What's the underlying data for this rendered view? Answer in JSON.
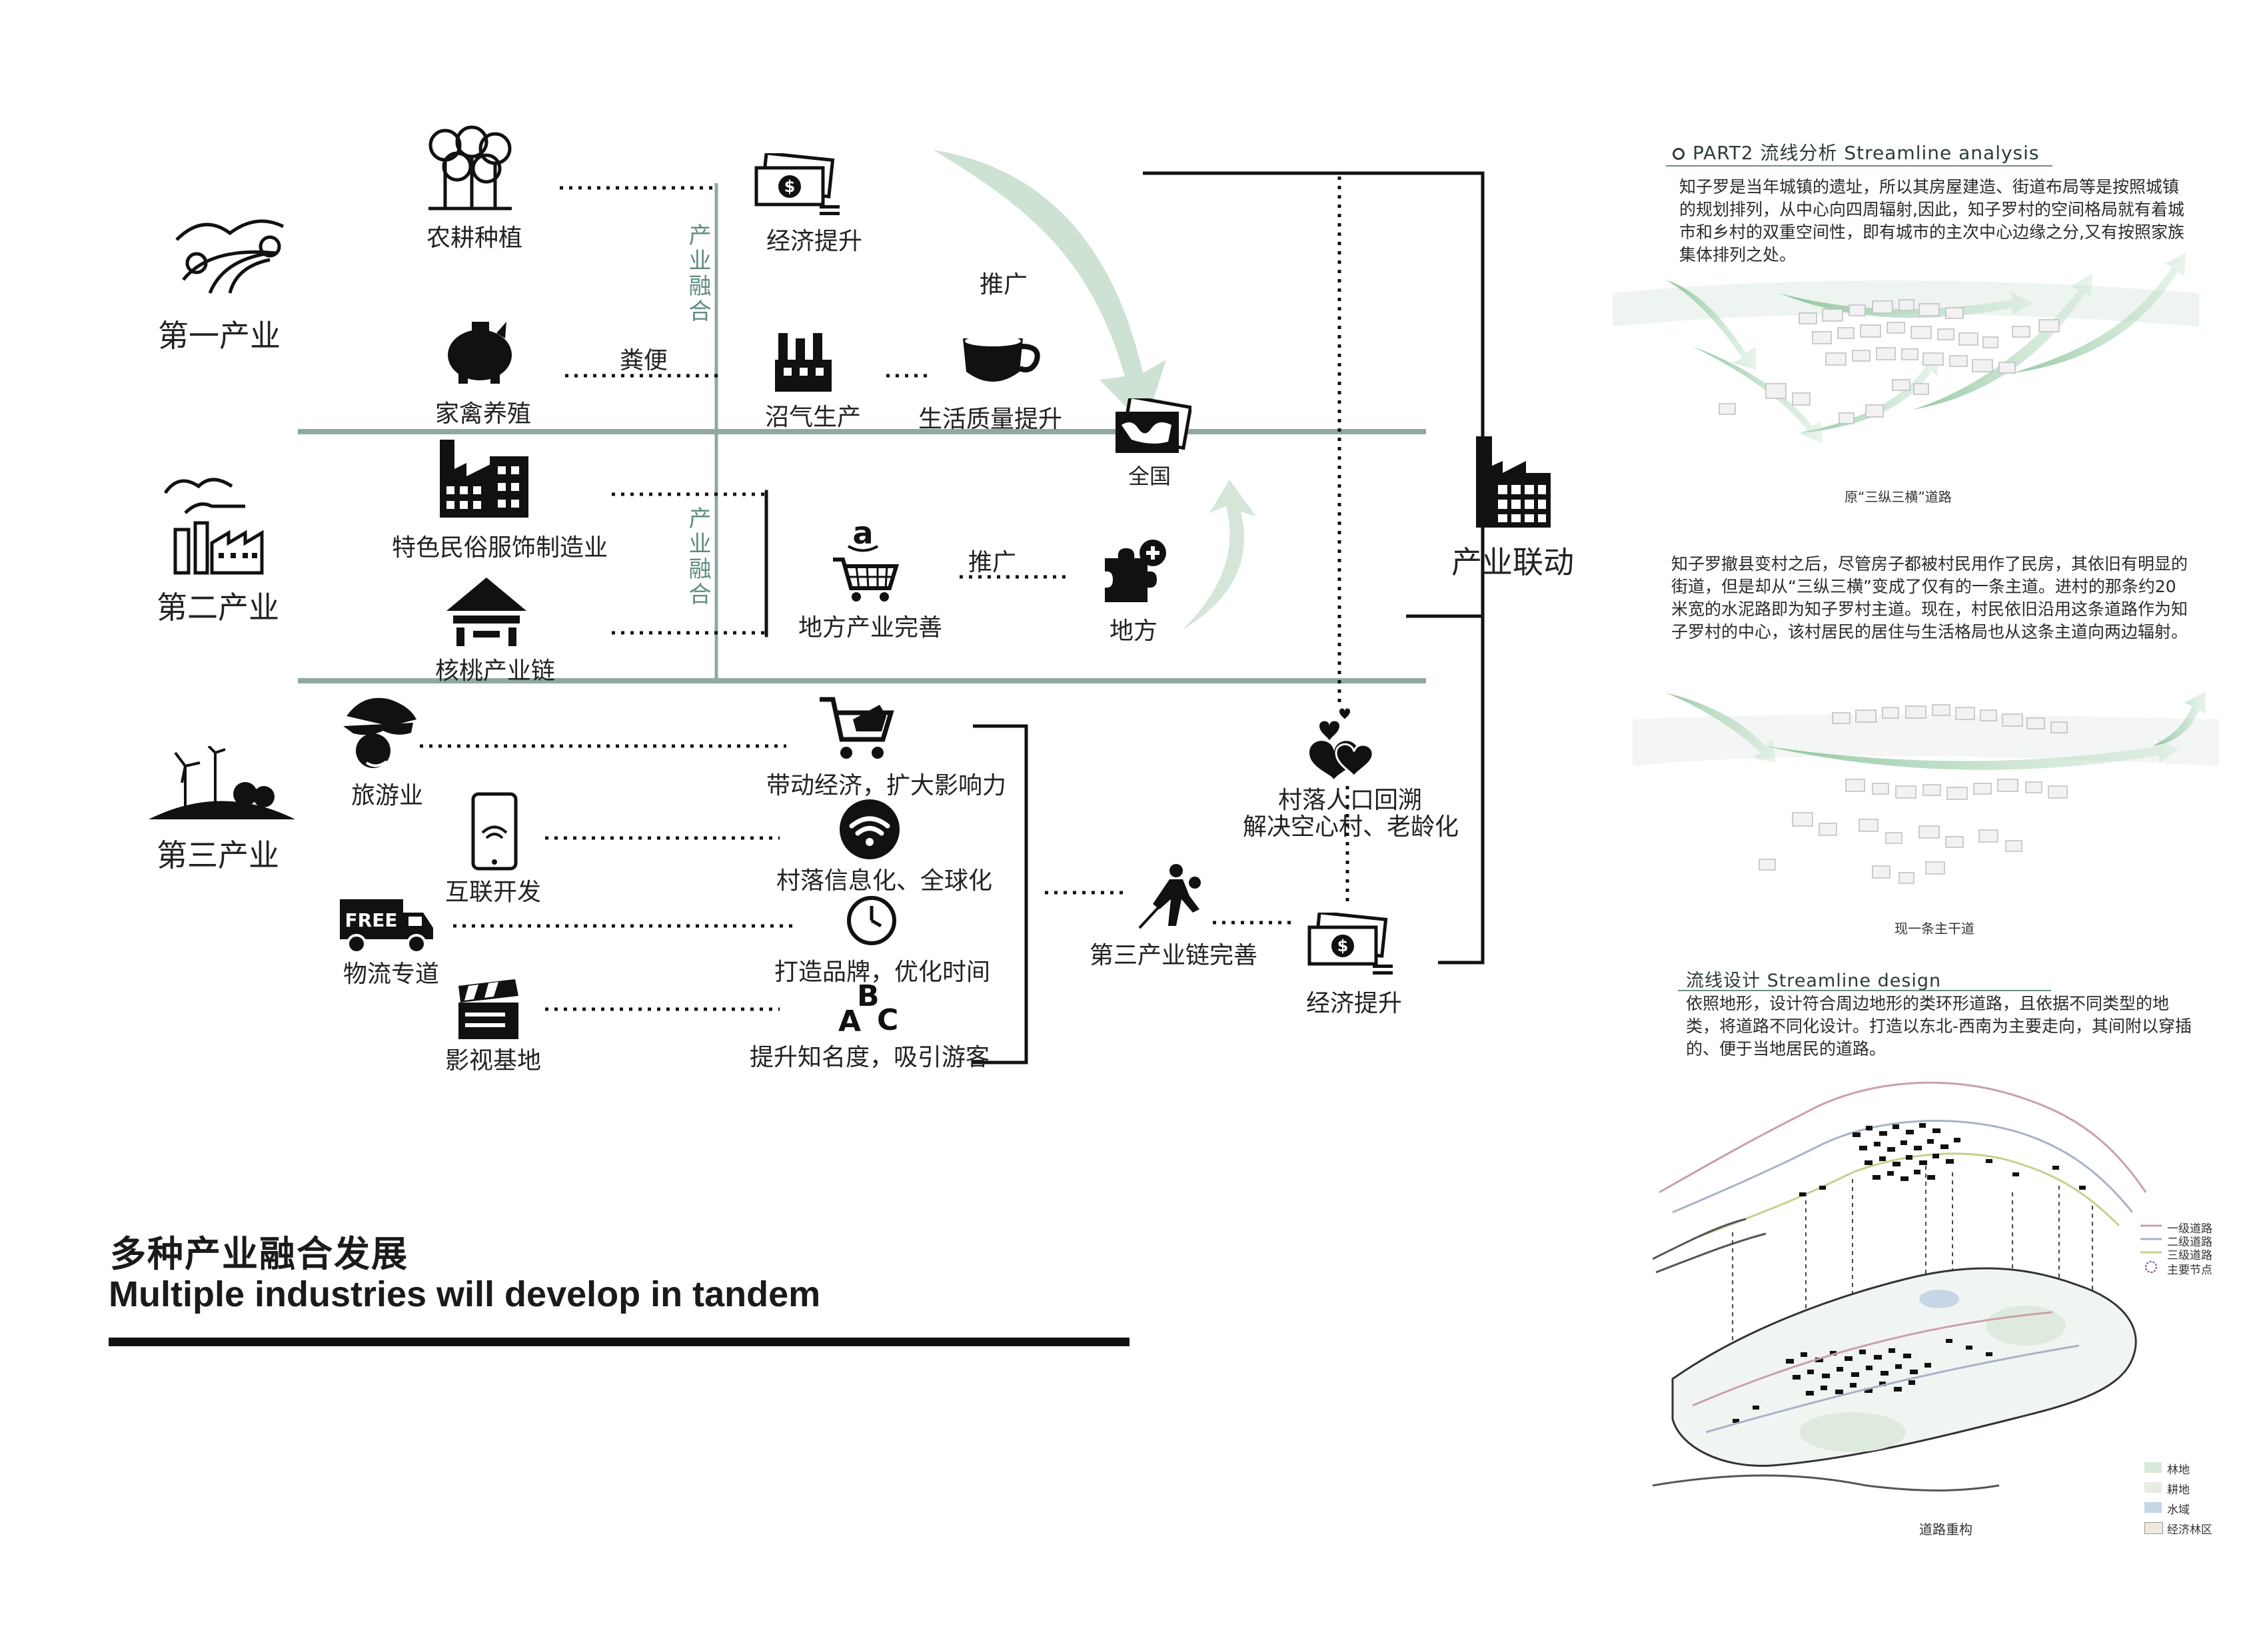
{
  "industries": {
    "primary": "第一产业",
    "secondary": "第二产业",
    "tertiary": "第三产业"
  },
  "primary_items": {
    "farming": "农耕种植",
    "poultry": "家禽养殖",
    "manure": "粪便",
    "economy": "经济提升",
    "biogas": "沼气生产",
    "life_quality": "生活质量提升",
    "promote": "推广",
    "national": "全国"
  },
  "secondary_items": {
    "costume": "特色民俗服饰制造业",
    "walnut": "核桃产业链",
    "local_industry": "地方产业完善",
    "promote": "推广",
    "local": "地方"
  },
  "fusion_label": "产业融合",
  "linkage_label": "产业联动",
  "tertiary_items": {
    "tourism": "旅游业",
    "internet": "互联开发",
    "logistics": "物流专道",
    "film": "影视基地",
    "drive_economy": "带动经济，扩大影响力",
    "informatization": "村落信息化、全球化",
    "brand": "打造品牌，优化时间",
    "visibility": "提升知名度，吸引游客",
    "chain": "第三产业链完善",
    "economy": "经济提升",
    "population": "村落人口回溯",
    "hollow": "解决空心村、老龄化",
    "free_badge": "FREE",
    "abc": [
      "A",
      "B",
      "C"
    ]
  },
  "bottom_title": {
    "cn": "多种产业融合发展",
    "en": "Multiple industries will develop in tandem"
  },
  "right_panel": {
    "part_title": "PART2  流线分析 Streamline analysis",
    "para1": "知子罗是当年城镇的遗址，所以其房屋建造、街道布局等是按照城镇的规划排列，从中心向四周辐射,因此，知子罗村的空间格局就有着城市和乡村的双重空间性，即有城市的主次中心边缘之分,又有按照家族集体排列之处。",
    "caption1": "原“三纵三横”道路",
    "para2": "知子罗撤县变村之后，尽管房子都被村民用作了民房，其依旧有明显的街道，但是却从“三纵三横”变成了仅有的一条主道。进村的那条约20米宽的水泥路即为知子罗村主道。现在，村民依旧沿用这条道路作为知子罗村的中心，该村居民的居住与生活格局也从这条主道向两边辐射。",
    "caption2": "现一条主干道",
    "design_title": "流线设计 Streamline design",
    "para3": "依照地形，设计符合周边地形的类环形道路，且依据不同类型的地类，将道路不同化设计。打造以东北-西南为主要走向，其间附以穿插的、便于当地居民的道路。",
    "legend_roads": [
      "一级道路",
      "二级道路",
      "三级道路",
      "主要节点"
    ],
    "legend_land": [
      "林地",
      "耕地",
      "水域",
      "经济林区"
    ],
    "caption3": "道路重构"
  },
  "colors": {
    "accent": "#7fa79a",
    "arrow": "#c9dfcf",
    "line": "#8fa9a1",
    "road1": "#c9a0a8",
    "road2": "#a9b2c8",
    "road3": "#c8cf8e",
    "node": "#7a4b9a"
  }
}
